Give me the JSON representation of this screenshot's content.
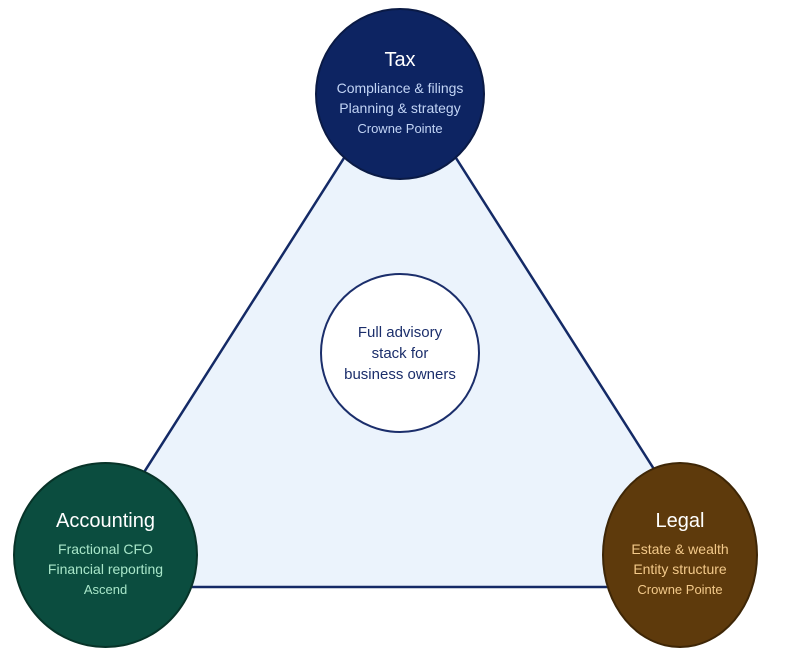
{
  "center": {
    "lines": [
      "Full advisory",
      "stack for",
      "business owners"
    ]
  },
  "nodes": {
    "tax": {
      "title": "Tax",
      "items": [
        "Compliance & filings",
        "Planning & strategy"
      ],
      "provider": "Crowne Pointe",
      "color": "#0d2462"
    },
    "accounting": {
      "title": "Accounting",
      "items": [
        "Fractional CFO",
        "Financial reporting"
      ],
      "provider": "Ascend",
      "color": "#0b4d3f"
    },
    "legal": {
      "title": "Legal",
      "items": [
        "Estate & wealth",
        "Entity structure"
      ],
      "provider": "Crowne Pointe",
      "color": "#5e3a0c"
    }
  }
}
